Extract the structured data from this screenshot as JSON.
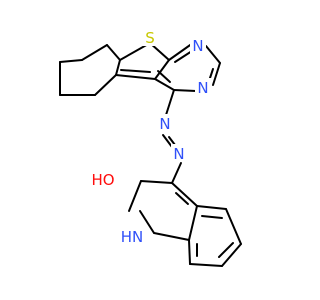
{
  "colors": {
    "background": "#ffffff",
    "bond": "#000000",
    "carbon": "#000000",
    "nitrogen": "#3050f8",
    "oxygen": "#ff0d0d",
    "sulfur": "#c8c800"
  },
  "labels": {
    "s1": "S",
    "n_top": "N",
    "n_mid": "N",
    "n_azo1": "N",
    "n_azo2": "N",
    "ho": "HO",
    "nh": "HN"
  }
}
